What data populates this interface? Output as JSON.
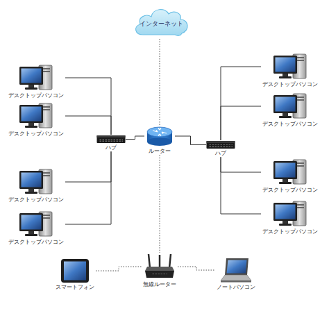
{
  "diagram": {
    "nodes": [
      {
        "text": [
          "インターネット"
        ]
      },
      {
        "text": [
          "デスクトップパソコン"
        ]
      },
      {
        "text": [
          "デスクトップパソコン"
        ]
      },
      {
        "text": [
          "デスクトップパソコン"
        ]
      },
      {
        "text": [
          "デスクトップパソコン"
        ]
      },
      {
        "text": [
          "ハブ"
        ]
      },
      {
        "text": [
          "ルーター"
        ]
      },
      {
        "text": [
          "ハブ"
        ]
      },
      {
        "text": [
          "デスクトップパソコン"
        ]
      },
      {
        "text": [
          "デスクトップパソコン"
        ]
      },
      {
        "text": [
          "デスクトップパソコン"
        ]
      },
      {
        "text": [
          "デスクトップパソコン"
        ]
      },
      {
        "text": [
          "スマートフォン"
        ]
      },
      {
        "text": [
          "無線ルーター"
        ]
      },
      {
        "text": [
          "ノートパソコン"
        ]
      }
    ],
    "edges": [
      {
        "from": 0,
        "to": 6,
        "arrow": "none"
      },
      {
        "from": 1,
        "to": 5,
        "arrow": "none"
      },
      {
        "from": 2,
        "to": 5,
        "arrow": "none"
      },
      {
        "from": 3,
        "to": 5,
        "arrow": "none"
      },
      {
        "from": 4,
        "to": 5,
        "arrow": "none"
      },
      {
        "from": 5,
        "to": 6,
        "arrow": "none"
      },
      {
        "from": 6,
        "to": 7,
        "arrow": "none"
      },
      {
        "from": 7,
        "to": 8,
        "arrow": "none"
      },
      {
        "from": 7,
        "to": 9,
        "arrow": "none"
      },
      {
        "from": 7,
        "to": 10,
        "arrow": "none"
      },
      {
        "from": 7,
        "to": 11,
        "arrow": "none"
      },
      {
        "from": 6,
        "to": 13,
        "arrow": "none"
      },
      {
        "from": 12,
        "to": 13,
        "arrow": "none"
      },
      {
        "from": 13,
        "to": 14,
        "arrow": "none"
      }
    ]
  }
}
